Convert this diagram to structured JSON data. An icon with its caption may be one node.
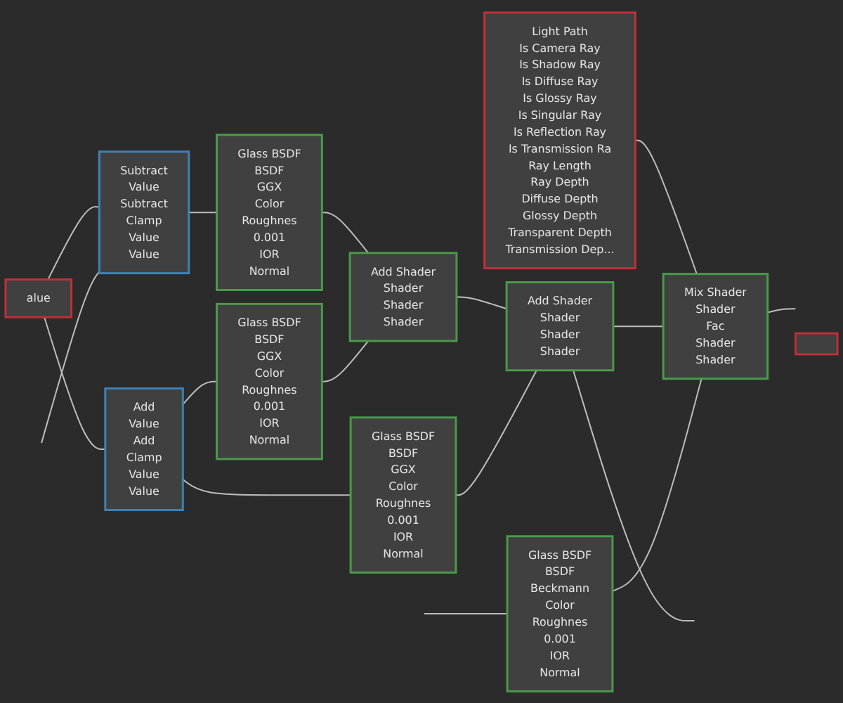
{
  "diagram": {
    "nodes": [
      {
        "text": [
          "Light Path",
          "Is Camera Ray",
          "Is Shadow Ray",
          "Is Diffuse Ray",
          "Is Glossy Ray",
          "Is Singular Ray",
          "Is Reflection Ray",
          "Is Transmission Ra",
          "Ray Length",
          "Ray Depth",
          "Diffuse Depth",
          "Glossy Depth",
          "Transparent Depth",
          "Transmission Dep..."
        ]
      },
      {
        "text": [
          "Subtract",
          "Value",
          "Subtract",
          "Clamp",
          "Value",
          "Value"
        ]
      },
      {
        "text": [
          "Glass BSDF",
          "BSDF",
          "GGX",
          "Color",
          "Roughnes",
          "0.001",
          "IOR",
          "Normal"
        ]
      },
      {
        "text": [
          "Add Shader",
          "Shader",
          "Shader",
          "Shader"
        ]
      },
      {
        "text": [
          "alue"
        ]
      },
      {
        "text": [
          "Add Shader",
          "Shader",
          "Shader",
          "Shader"
        ]
      },
      {
        "text": [
          "Glass BSDF",
          "BSDF",
          "GGX",
          "Color",
          "Roughnes",
          "0.001",
          "IOR",
          "Normal"
        ]
      },
      {
        "text": [
          "Add",
          "Value",
          "Add",
          "Clamp",
          "Value",
          "Value"
        ]
      },
      {
        "text": [
          "Glass BSDF",
          "BSDF",
          "Beckmann",
          "Color",
          "Roughnes",
          "0.001",
          "IOR",
          "Normal"
        ]
      },
      {
        "text": [
          "Mix Shader",
          "Shader",
          "Fac",
          "Shader",
          "Shader"
        ]
      },
      {
        "text": [
          "Glass BSDF",
          "BSDF",
          "GGX",
          "Color",
          "Roughnes",
          "0.001",
          "IOR",
          "Normal"
        ]
      },
      {
        "text": [],
        "shape": "box"
      }
    ],
    "edges": [
      {
        "from": 0,
        "to": 9,
        "arrow": "none"
      },
      {
        "from": 2,
        "to": 3,
        "arrow": "none"
      },
      {
        "from": 6,
        "to": 3,
        "arrow": "none"
      },
      {
        "from": 3,
        "to": 5,
        "arrow": "none"
      },
      {
        "from": 10,
        "to": 5,
        "arrow": "none"
      },
      {
        "from": 5,
        "to": 9,
        "arrow": "none"
      },
      {
        "from": 8,
        "to": 9,
        "arrow": "none"
      },
      {
        "from": 5,
        "to": null,
        "arrow": "none"
      },
      {
        "from": 9,
        "to": null,
        "arrow": "none"
      },
      {
        "from": 1,
        "to": 2,
        "arrow": "none"
      },
      {
        "from": 7,
        "to": 6,
        "arrow": "none"
      },
      {
        "from": 7,
        "to": 10,
        "arrow": "none"
      },
      {
        "from": 4,
        "to": 1,
        "arrow": "none"
      },
      {
        "from": 4,
        "to": 7,
        "arrow": "none"
      },
      {
        "from": null,
        "to": 1,
        "arrow": "none"
      },
      {
        "from": null,
        "to": 8,
        "arrow": "none"
      }
    ]
  }
}
